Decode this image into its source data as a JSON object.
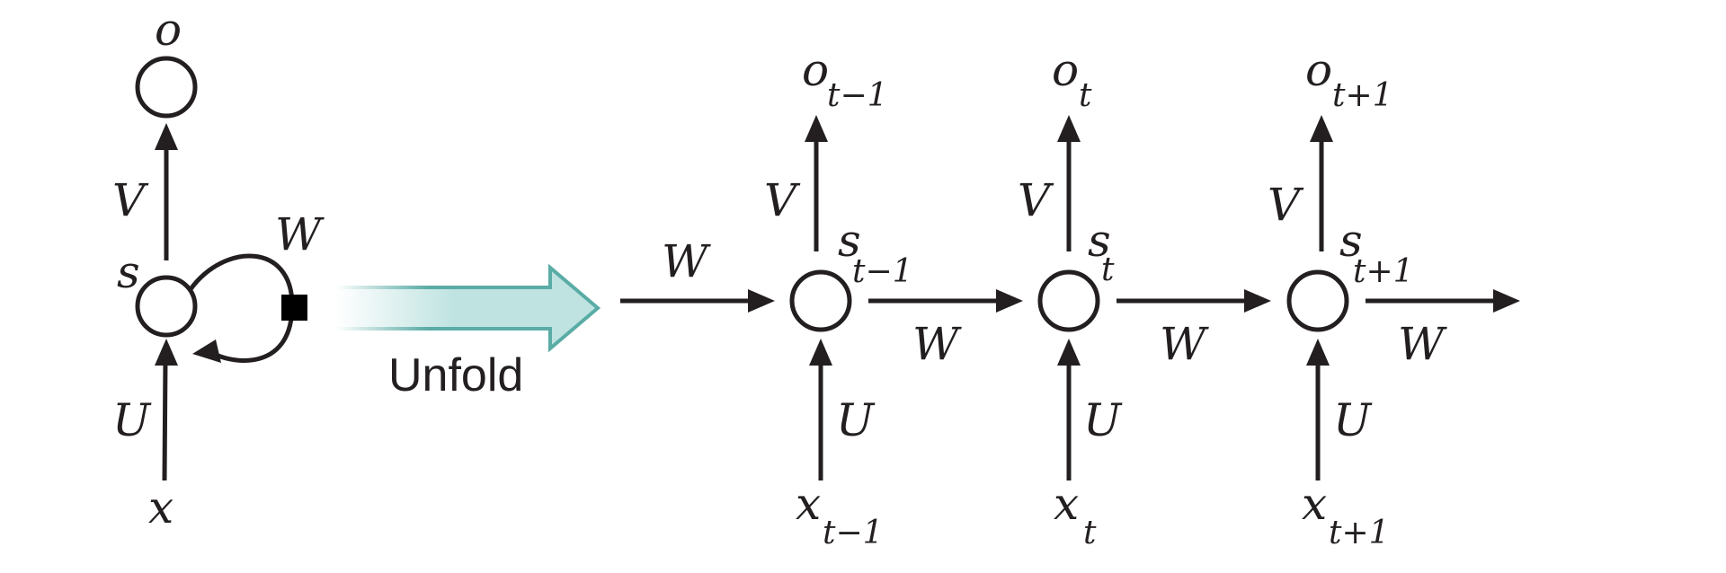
{
  "colors": {
    "ink": "#231f20",
    "arrow_fill": "#bfe3e1",
    "arrow_stroke": "#5aaca6"
  },
  "folded": {
    "output": "o",
    "state": "s",
    "input": "x",
    "w_output": "V",
    "w_recurrent": "W",
    "w_input": "U",
    "delay_marker": "black-square-icon"
  },
  "unfold_label": "Unfold",
  "incoming_weight": "W",
  "steps": [
    {
      "o": "o",
      "o_sub": "t−1",
      "s": "s",
      "s_sub": "t−1",
      "x": "x",
      "x_sub": "t−1",
      "v": "V",
      "u": "U",
      "w_out": "W"
    },
    {
      "o": "o",
      "o_sub": "t",
      "s": "s",
      "s_sub": "t",
      "x": "x",
      "x_sub": "t",
      "v": "V",
      "u": "U",
      "w_out": "W"
    },
    {
      "o": "o",
      "o_sub": "t+1",
      "s": "s",
      "s_sub": "t+1",
      "x": "x",
      "x_sub": "t+1",
      "v": "V",
      "u": "U",
      "w_out": "W"
    }
  ]
}
